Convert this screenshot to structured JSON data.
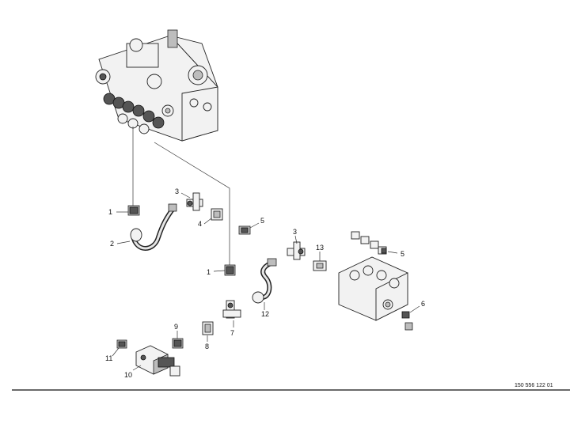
{
  "callouts": {
    "c1a": "1",
    "c1b": "1",
    "c2": "2",
    "c3a": "3",
    "c3b": "3",
    "c4": "4",
    "c5a": "5",
    "c5b": "5",
    "c6": "6",
    "c7": "7",
    "c8": "8",
    "c9": "9",
    "c10": "10",
    "c11": "11",
    "c12": "12",
    "c13": "13"
  },
  "drawing_number": "150 556 122 01"
}
